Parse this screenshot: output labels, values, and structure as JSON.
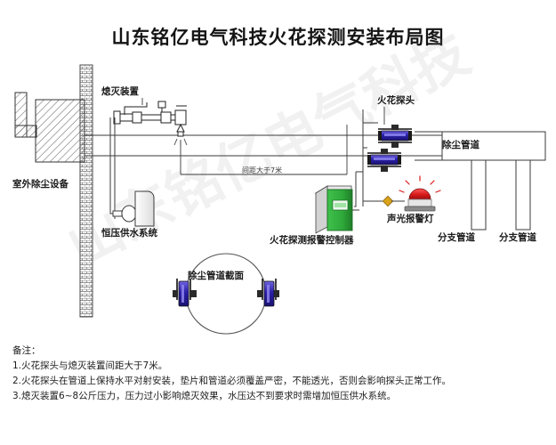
{
  "title": "山东铭亿电气科技火花探测安装布局图",
  "watermark": "山东铭亿电气科技",
  "diagram": {
    "labels": {
      "outdoor_equipment": "室外除尘设备",
      "extinguishing_device": "熄灭装置",
      "water_supply_system": "恒压供水系统",
      "spacing_note": "间距大于7米",
      "controller": "火花探测报警控制器",
      "detector_head": "火花探头",
      "alarm_light": "声光报警灯",
      "main_duct": "除尘管道",
      "branch_duct_1": "分支管道",
      "branch_duct_2": "分支管道",
      "duct_section": "除尘管道截面"
    },
    "colors": {
      "detector_body": "#2a1fa8",
      "detector_highlight": "#6f63e0",
      "controller_body": "#2faa3a",
      "controller_side": "#e8e8e8",
      "alarm_dome": "#d81a1a",
      "alarm_base": "#8a8a8a",
      "connector": "#d9a21b",
      "line": "#3a3a3a",
      "hatch": "#555555"
    }
  },
  "notes": {
    "heading": "备注：",
    "items": [
      "1.火花探头与熄灭装置间距大于7米。",
      "2.火花探头在管道上保持水平对射安装，垫片和管道必须覆盖严密，不能透光，否则会影响探头正常工作。",
      "3.熄灭装置6~8公斤压力，压力过小影响熄灭效果，水压达不到要求时需增加恒压供水系统。"
    ]
  }
}
